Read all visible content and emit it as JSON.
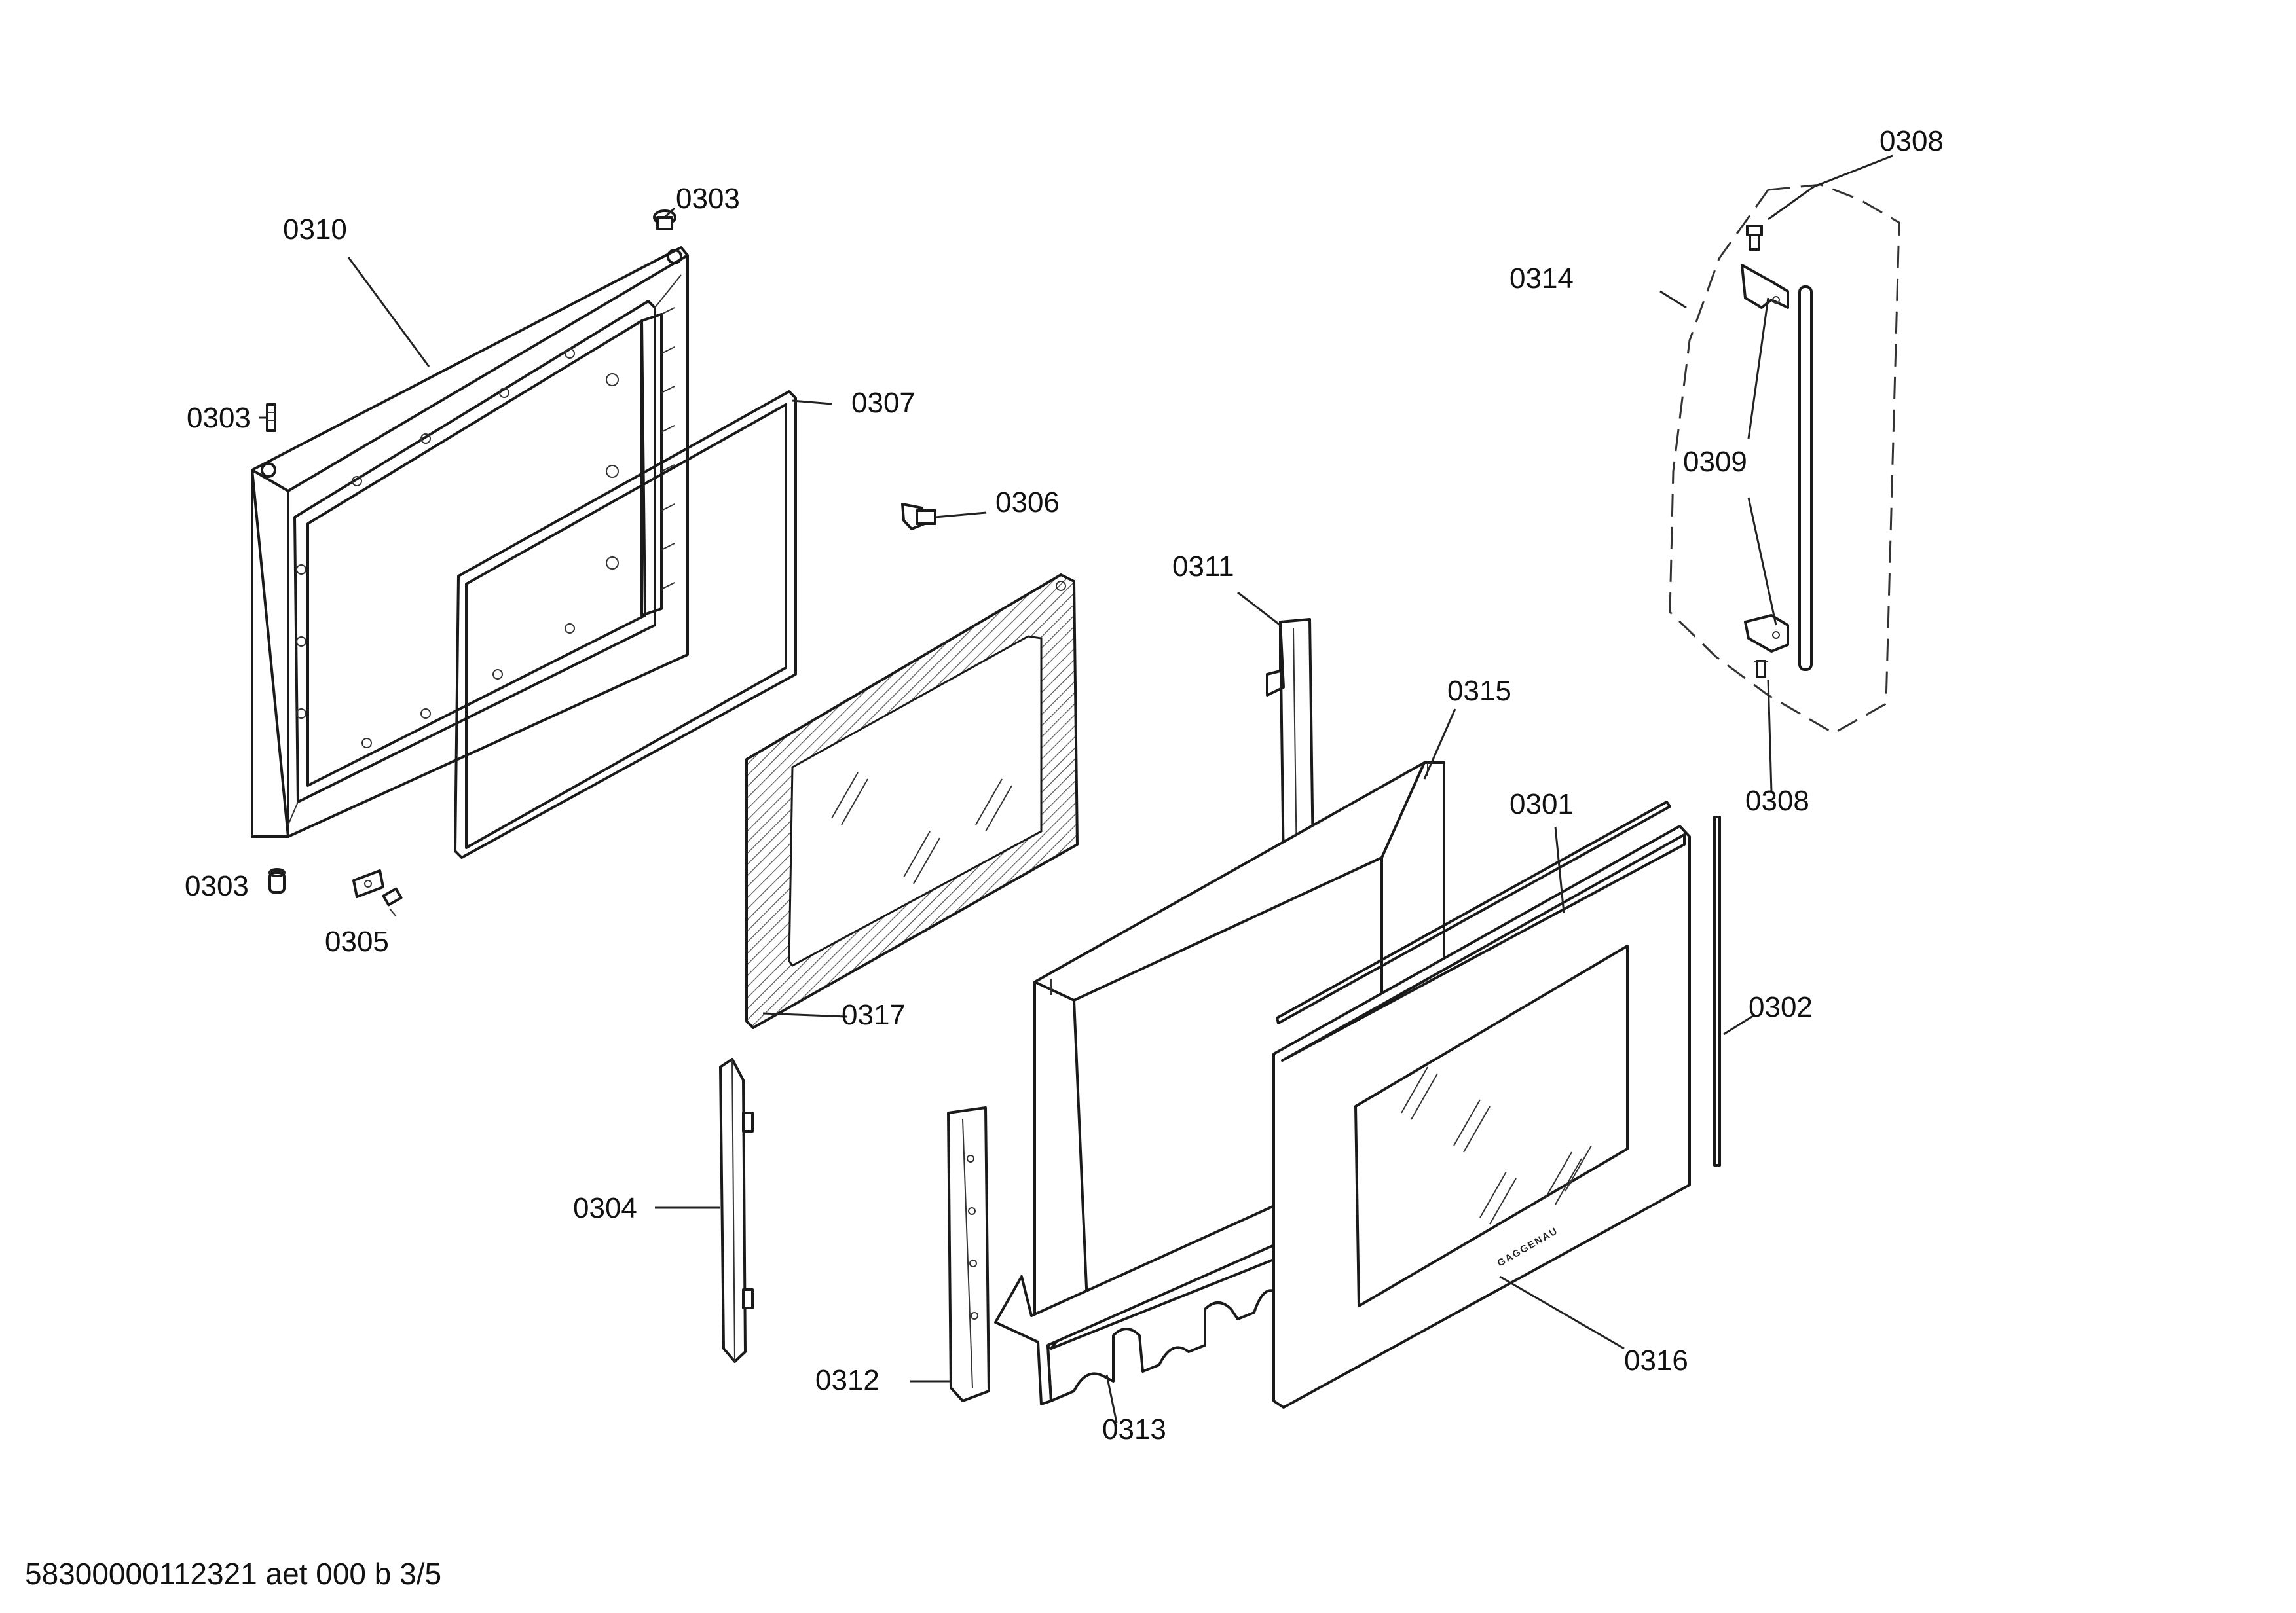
{
  "labels": {
    "l0310": "0310",
    "l0303a": "0303",
    "l0303b": "0303",
    "l0303c": "0303",
    "l0307": "0307",
    "l0306": "0306",
    "l0305": "0305",
    "l0317": "0317",
    "l0304": "0304",
    "l0311": "0311",
    "l0315": "0315",
    "l0312": "0312",
    "l0313": "0313",
    "l0301": "0301",
    "l0302": "0302",
    "l0316": "0316",
    "l0308a": "0308",
    "l0314": "0314",
    "l0309": "0309",
    "l0308b": "0308"
  },
  "brand_text": "GAGGENAU",
  "footer": "58300000112321 aet 000 b 3/5"
}
